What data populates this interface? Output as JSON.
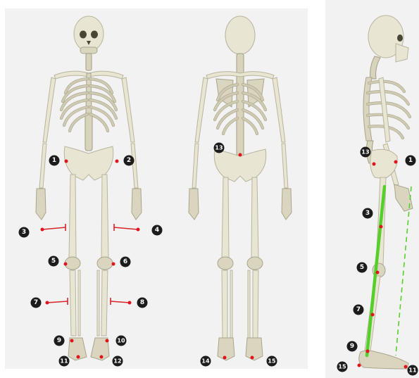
{
  "front_view": {
    "labels": {
      "m1": "1",
      "m2": "2",
      "m3": "3",
      "m4": "4",
      "m5": "5",
      "m6": "6",
      "m7": "7",
      "m8": "8",
      "m9": "9",
      "m10": "10",
      "m11": "11",
      "m12": "12"
    }
  },
  "back_view": {
    "labels": {
      "m13": "13",
      "m14": "14",
      "m15": "15"
    }
  },
  "side_view": {
    "labels": {
      "m1": "1",
      "m13": "13",
      "m3": "3",
      "m5": "5",
      "m7": "7",
      "m9": "9",
      "m11": "11",
      "m15": "15"
    }
  },
  "colors": {
    "panel_background": "#f2f2f2",
    "bone": "#e8e5d3",
    "marker": "#e0141b",
    "badge": "#1c1c1c",
    "alignment_line": "#55cf2a"
  }
}
